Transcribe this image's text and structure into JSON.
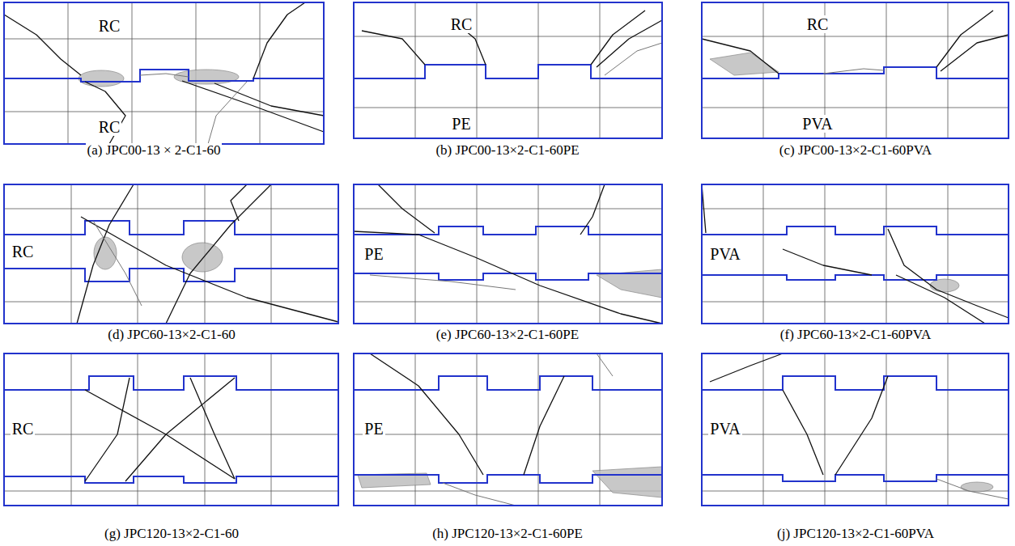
{
  "diagram": {
    "labels": [
      "RC",
      "RC",
      "(a) JPC00-13 × 2-C1-60",
      "RC",
      "PE",
      "(b) JPC00-13×2-C1-60PE",
      "RC",
      "PVA",
      "(c) JPC00-13×2-C1-60PVA",
      "RC",
      "PE",
      "PVA",
      "(d) JPC60-13×2-C1-60",
      "(e) JPC60-13×2-C1-60PE",
      "(f) JPC60-13×2-C1-60PVA",
      "RC",
      "PE",
      "PVA",
      "(g) JPC120-13×2-C1-60",
      "(h) JPC120-13×2-C1-60PE",
      "(j) JPC120-13×2-C1-60PVA"
    ]
  }
}
